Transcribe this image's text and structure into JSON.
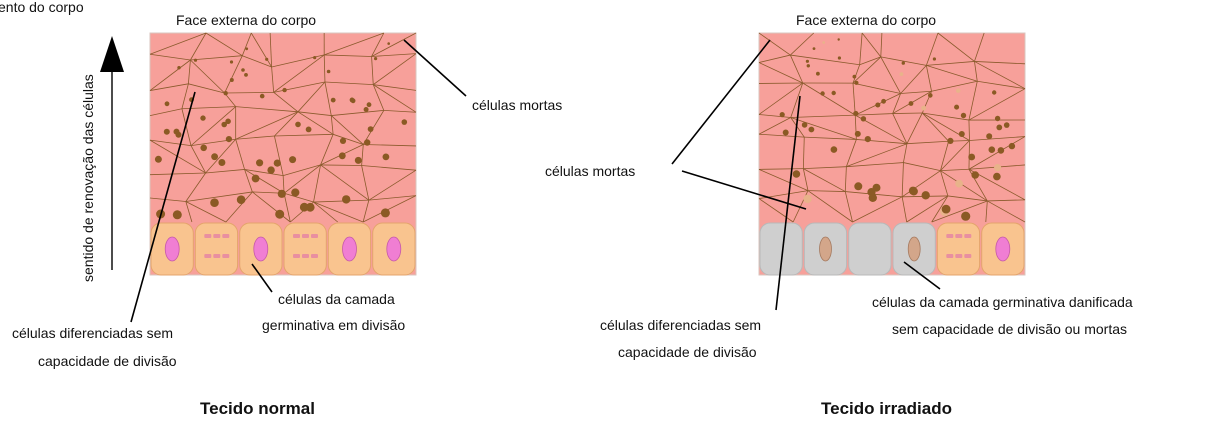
{
  "header": {
    "top_left_fragment": "ento do corpo"
  },
  "axis": {
    "renewal_label": "sentido de renovação das células"
  },
  "left_panel": {
    "surface_label": "Face externa do corpo",
    "dead_cells_label": "células mortas",
    "germinative_label_1": "células da camada",
    "germinative_label_2": "germinativa em divisão",
    "differentiated_label_1": "células diferenciadas sem",
    "differentiated_label_2": "capacidade de divisão",
    "title": "Tecido normal"
  },
  "right_panel": {
    "surface_label": "Face externa do corpo",
    "dead_cells_label": "células mortas",
    "damaged_label_1": "células da camada germinativa danificada",
    "damaged_label_2": "sem capacidade de divisão ou mortas",
    "differentiated_label_1": "células diferenciadas sem",
    "differentiated_label_2": "capacidade de divisão",
    "title": "Tecido irradiado"
  },
  "colors": {
    "tissue": "#f7a09a",
    "cell_lines": "#8a5a2c",
    "nucleus_dark": "#8b5a24",
    "nucleus_light": "#e8b38a",
    "germinative_cell": "#f9c48f",
    "germinative_nucleus": "#f07ed3",
    "damaged_cell": "#cfcfcf",
    "damaged_nucleus": "#d3a68a"
  }
}
